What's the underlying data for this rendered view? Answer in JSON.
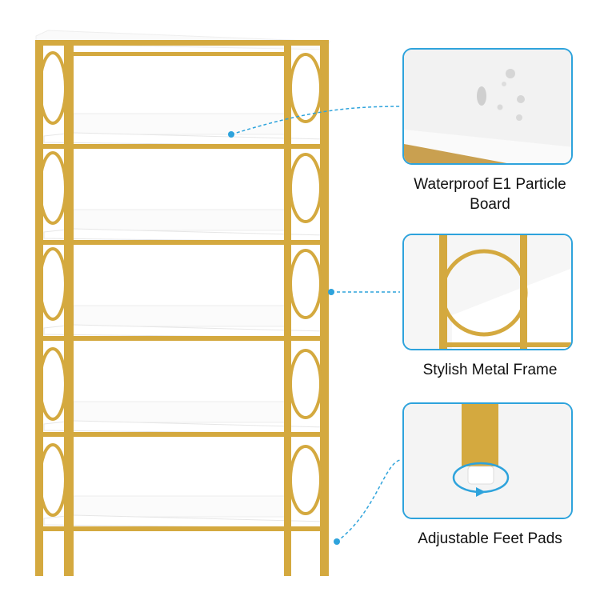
{
  "features": [
    {
      "label": "Waterproof E1 Particle Board",
      "icon": "water-drops"
    },
    {
      "label": "Stylish Metal Frame",
      "icon": "metal-frame"
    },
    {
      "label": "Adjustable Feet Pads",
      "icon": "adjustable-foot"
    }
  ],
  "colors": {
    "gold": "#d4a93f",
    "accent": "#2ea3dc",
    "board": "#ffffff"
  },
  "shelf_count": 6
}
